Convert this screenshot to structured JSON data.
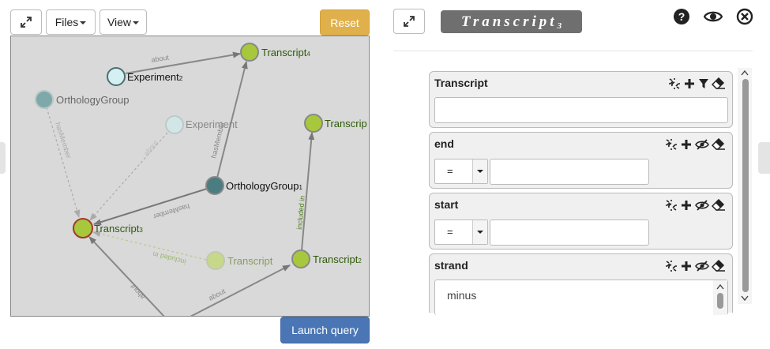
{
  "toolbar": {
    "files_label": "Files",
    "view_label": "View",
    "reset_label": "Reset",
    "launch_label": "Launch query"
  },
  "graph": {
    "nodes": [
      {
        "id": "transcript4",
        "label": "Transcript",
        "sub": "4",
        "color": "#a7c83c",
        "label_color": "#2d5a08"
      },
      {
        "id": "experiment2",
        "label": "Experiment",
        "sub": "2",
        "color": "#d4f0f3",
        "label_color": "#111"
      },
      {
        "id": "orthologygroup",
        "label": "OrthologyGroup",
        "sub": "",
        "color": "#7fa8aa",
        "label_color": "#666"
      },
      {
        "id": "experiment",
        "label": "Experiment",
        "sub": "",
        "color": "#d2e6e8",
        "label_color": "#888"
      },
      {
        "id": "transcript-right",
        "label": "Transcrip",
        "sub": "",
        "color": "#a7c83c",
        "label_color": "#2d5a08"
      },
      {
        "id": "orthologygroup1",
        "label": "OrthologyGroup",
        "sub": "1",
        "color": "#4b7c80",
        "label_color": "#111"
      },
      {
        "id": "transcript3",
        "label": "Transcript",
        "sub": "3",
        "color": "#a7c83c",
        "label_color": "#2d5a08"
      },
      {
        "id": "transcript-faded",
        "label": "Transcript",
        "sub": "",
        "color": "#c8d88a",
        "label_color": "#8a9a60"
      },
      {
        "id": "transcript2",
        "label": "Transcript",
        "sub": "2",
        "color": "#a7c83c",
        "label_color": "#2d5a08"
      }
    ],
    "edge_labels": {
      "about1": "about",
      "hasMember1": "hasMember",
      "hasMember2": "hasMember",
      "hasMember3": "hasMember",
      "about2": "about",
      "includedIn1": "included in",
      "includedIn2": "included in",
      "about3": "about",
      "about4": "about"
    }
  },
  "panel": {
    "title": "Transcript",
    "title_sub": "3",
    "icons": [
      "help-icon",
      "eye-icon",
      "close-icon"
    ],
    "fields": [
      {
        "name": "Transcript",
        "type": "text",
        "value": "",
        "icons": [
          "unlink-icon",
          "plus-icon",
          "filter-icon",
          "eraser-icon"
        ]
      },
      {
        "name": "end",
        "type": "numeric",
        "operator": "=",
        "value": "",
        "icons": [
          "unlink-icon",
          "plus-icon",
          "eye-slash-icon",
          "eraser-icon"
        ]
      },
      {
        "name": "start",
        "type": "numeric",
        "operator": "=",
        "value": "",
        "icons": [
          "unlink-icon",
          "plus-icon",
          "eye-slash-icon",
          "eraser-icon"
        ]
      },
      {
        "name": "strand",
        "type": "list",
        "value": "minus",
        "icons": [
          "unlink-icon",
          "plus-icon",
          "eye-slash-icon",
          "eraser-icon"
        ]
      }
    ]
  }
}
